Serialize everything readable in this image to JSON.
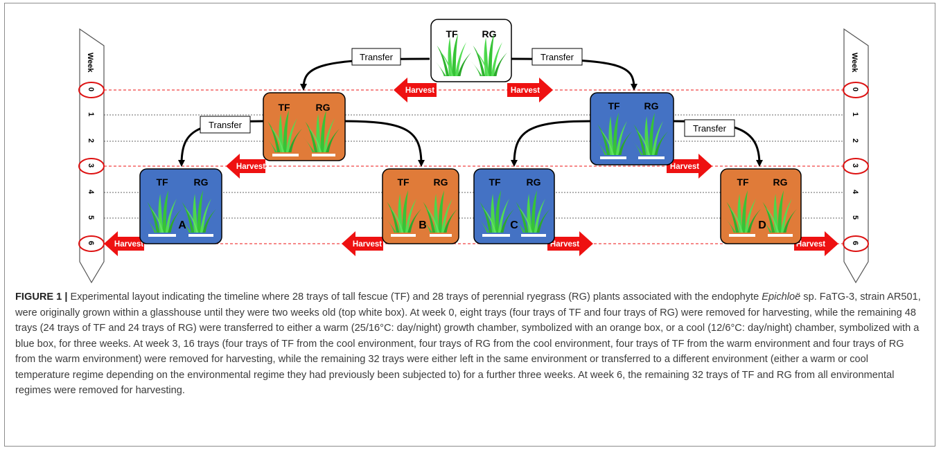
{
  "figure": {
    "week_label": "Week",
    "weeks": [
      "0",
      "1",
      "2",
      "3",
      "4",
      "5",
      "6"
    ],
    "circled_weeks": [
      "0",
      "3",
      "6"
    ],
    "transfer_label": "Transfer",
    "harvest_label": "Harvest",
    "species": {
      "tf": "TF",
      "rg": "RG"
    },
    "final_groups": [
      "A",
      "B",
      "C",
      "D"
    ],
    "colors": {
      "warm": "#e07b39",
      "cool": "#4472c4",
      "glasshouse": "#ffffff",
      "harvest_arrow": "#ee1111",
      "grass": "#33cc33",
      "circle": "#dd1111"
    }
  },
  "caption": {
    "lead": "FIGURE 1 |",
    "part1": " Experimental layout indicating the timeline where 28 trays of tall fescue (TF) and 28 trays of perennial ryegrass (RG) plants associated with the endophyte ",
    "genus": "Epichloë",
    "part2": " sp. FaTG-3, strain AR501, were originally grown within a glasshouse until they were two weeks old (top white box). At week 0, eight trays (four trays of TF and four trays of RG) were removed for harvesting, while the remaining 48 trays (24 trays of TF and 24 trays of RG) were transferred to either a warm (25/16°C: day/night) growth chamber, symbolized with an orange box, or a cool (12/6°C: day/night) chamber, symbolized with a blue box, for three weeks. At week 3, 16 trays (four trays of TF from the cool environment, four trays of RG from the cool environment, four trays of TF from the warm environment and four trays of RG from the warm environment) were removed for harvesting, while the remaining 32 trays were either left in the same environment or transferred to a different environment (either a warm or cool temperature regime depending on the environmental regime they had previously been subjected to) for a further three weeks. At week 6, the remaining 32 trays of TF and RG from all environmental regimes were removed for harvesting."
  }
}
